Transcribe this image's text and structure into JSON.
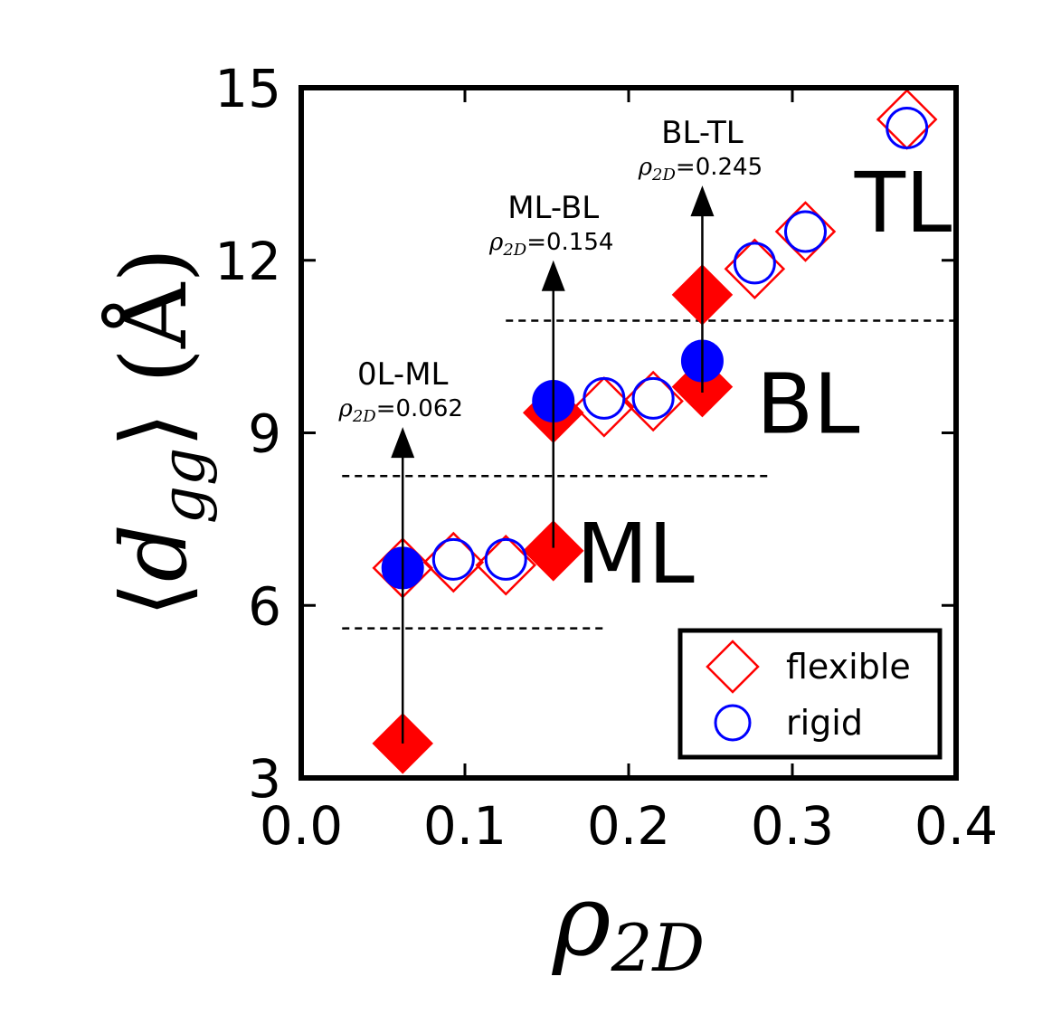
{
  "chart_data": {
    "type": "scatter",
    "title": "",
    "xlabel": {
      "base": "ρ",
      "sub": "2D"
    },
    "ylabel": {
      "left": "⟨",
      "base": "d",
      "sub": "gg",
      "right": "⟩",
      "unit": "(Å)"
    },
    "xlim": [
      0.0,
      0.4
    ],
    "ylim": [
      3,
      15
    ],
    "xticks": [
      0.0,
      0.1,
      0.2,
      0.3,
      0.4
    ],
    "xtick_labels": [
      "0.0",
      "0.1",
      "0.2",
      "0.3",
      "0.4"
    ],
    "yticks": [
      3,
      6,
      9,
      12,
      15
    ],
    "ytick_labels": [
      "3",
      "6",
      "9",
      "12",
      "15"
    ],
    "legend": {
      "placement": "lower-right",
      "entries": [
        {
          "label": "flexible",
          "marker": "diamond-open",
          "color": "#ff0000"
        },
        {
          "label": "rigid",
          "marker": "circle-open",
          "color": "#0000ff"
        }
      ]
    },
    "series": [
      {
        "name": "flexible",
        "marker": "diamond",
        "color": "#ff0000",
        "points": [
          {
            "x": 0.062,
            "y": 3.6,
            "filled": true
          },
          {
            "x": 0.062,
            "y": 6.65,
            "filled": false
          },
          {
            "x": 0.093,
            "y": 6.75,
            "filled": false
          },
          {
            "x": 0.125,
            "y": 6.7,
            "filled": false
          },
          {
            "x": 0.154,
            "y": 6.95,
            "filled": true
          },
          {
            "x": 0.154,
            "y": 9.35,
            "filled": true
          },
          {
            "x": 0.185,
            "y": 9.45,
            "filled": false
          },
          {
            "x": 0.215,
            "y": 9.55,
            "filled": false
          },
          {
            "x": 0.245,
            "y": 9.8,
            "filled": true
          },
          {
            "x": 0.245,
            "y": 11.4,
            "filled": true
          },
          {
            "x": 0.277,
            "y": 11.85,
            "filled": false
          },
          {
            "x": 0.308,
            "y": 12.5,
            "filled": false
          },
          {
            "x": 0.37,
            "y": 14.45,
            "filled": false
          }
        ]
      },
      {
        "name": "rigid",
        "marker": "circle",
        "color": "#0000ff",
        "points": [
          {
            "x": 0.062,
            "y": 6.65,
            "filled": true
          },
          {
            "x": 0.093,
            "y": 6.8,
            "filled": false
          },
          {
            "x": 0.125,
            "y": 6.8,
            "filled": false
          },
          {
            "x": 0.154,
            "y": 9.55,
            "filled": true
          },
          {
            "x": 0.185,
            "y": 9.6,
            "filled": false
          },
          {
            "x": 0.215,
            "y": 9.6,
            "filled": false
          },
          {
            "x": 0.245,
            "y": 10.25,
            "filled": true
          },
          {
            "x": 0.277,
            "y": 11.95,
            "filled": false
          },
          {
            "x": 0.308,
            "y": 12.5,
            "filled": false
          },
          {
            "x": 0.37,
            "y": 14.3,
            "filled": false
          }
        ]
      }
    ],
    "reference_lines": [
      {
        "y": 5.6,
        "x_range": [
          0.025,
          0.185
        ],
        "style": "dashed"
      },
      {
        "y": 8.25,
        "x_range": [
          0.025,
          0.285
        ],
        "style": "dashed"
      },
      {
        "y": 10.95,
        "x_range": [
          0.125,
          0.4
        ],
        "style": "dashed"
      }
    ],
    "transitions": [
      {
        "label": "0L-ML",
        "rho_symbol": "ρ",
        "rho_sub": "2D",
        "rho_value": "=0.062",
        "x": 0.062,
        "y_from": 3.6,
        "y_to": 9.1
      },
      {
        "label": "ML-BL",
        "rho_symbol": "ρ",
        "rho_sub": "2D",
        "rho_value": "=0.154",
        "x": 0.154,
        "y_from": 7.0,
        "y_to": 12.0
      },
      {
        "label": "BL-TL",
        "rho_symbol": "ρ",
        "rho_sub": "2D",
        "rho_value": "=0.245",
        "x": 0.245,
        "y_from": 9.7,
        "y_to": 13.3
      }
    ],
    "region_labels": [
      {
        "text": "ML",
        "x": 0.168,
        "y": 6.9
      },
      {
        "text": "BL",
        "x": 0.278,
        "y": 9.5
      },
      {
        "text": "TL",
        "x": 0.338,
        "y": 13.0
      }
    ],
    "grid": false
  }
}
